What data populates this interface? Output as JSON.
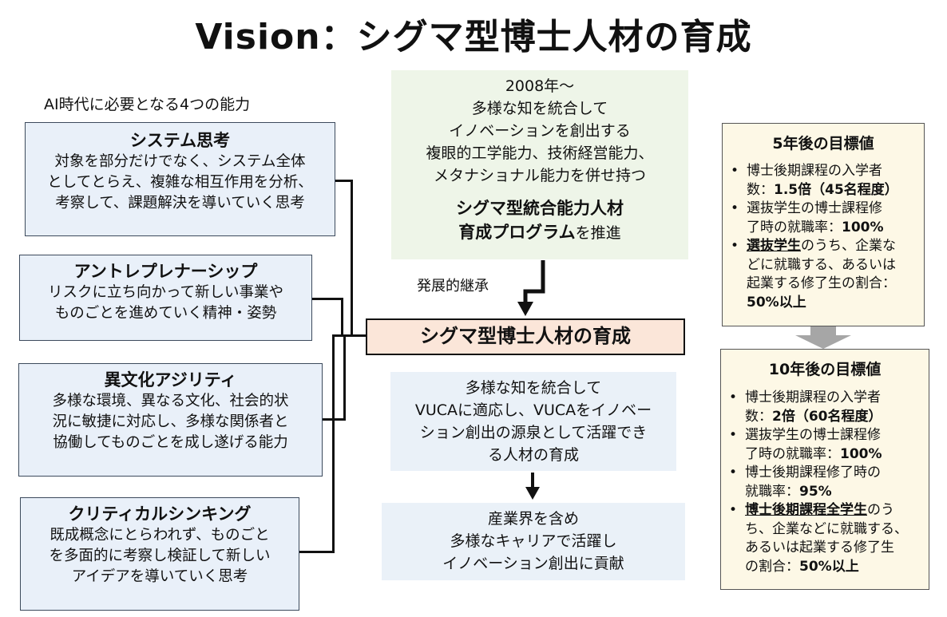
{
  "title": "Vision：シグマ型博士人材の育成",
  "abilities_heading": "AI時代に必要となる4つの能力",
  "abilities": [
    {
      "name": "システム思考",
      "lines": [
        "対象を部分だけでなく、システム全体",
        "としてとらえ、複雑な相互作用を分析、",
        "考察して、課題解決を導いていく思考"
      ]
    },
    {
      "name": "アントレプレナーシップ",
      "lines": [
        "リスクに立ち向かって新しい事業や",
        "ものごとを進めていく精神・姿勢"
      ]
    },
    {
      "name": "異文化アジリティ",
      "lines": [
        "多様な環境、異なる文化、社会的状",
        "況に敏捷に対応し、多様な関係者と",
        "協働してものごとを成し遂げる能力"
      ]
    },
    {
      "name": "クリティカルシンキング",
      "lines": [
        "既成概念にとらわれず、ものごと",
        "を多面的に考察し検証して新しい",
        "アイデアを導いていく思考"
      ]
    }
  ],
  "history_box": {
    "lines": [
      "2008年～",
      "多様な知を統合して",
      "イノベーションを創出する",
      "複眼的工学能力、技術経営能力、",
      "メタナショナル能力を併せ持つ"
    ],
    "program_line1": "シグマ型統合能力人材",
    "program_line2_bold": "育成プログラム",
    "program_line2_rest": "を推進"
  },
  "succession_label": "発展的継承",
  "center_label": "シグマ型博士人材の育成",
  "purpose_box": {
    "lines": [
      "多様な知を統合して",
      "VUCAに適応し、VUCAをイノベー",
      "ション創出の源泉として活躍でき",
      "る人材の育成"
    ]
  },
  "result_box": {
    "lines": [
      "産業界を含め",
      "多様なキャリアで活躍し",
      "イノベーション創出に貢献"
    ]
  },
  "target5": {
    "title": "5年後の目標値",
    "bullet": "•",
    "items": [
      {
        "lines": [
          "博士後期課程の入学者"
        ],
        "line2_label": "数：",
        "line2_value": "1.5倍（45名程度）"
      },
      {
        "lines": [
          "選抜学生の博士課程修"
        ],
        "line2_label": "了時の就職率：",
        "line2_value": "100%"
      },
      {
        "u_text": "選抜学生",
        "rest1": "のうち、企業な",
        "lines2": [
          "どに就職する、あるいは",
          "起業する修了生の割合："
        ],
        "value": "50%以上"
      }
    ]
  },
  "target10": {
    "title": "10年後の目標値",
    "bullet": "•",
    "items": [
      {
        "lines": [
          "博士後期課程の入学者"
        ],
        "line2_label": "数：",
        "line2_value": "2倍（60名程度）"
      },
      {
        "lines": [
          "選抜学生の博士課程修"
        ],
        "line2_label": "了時の就職率：",
        "line2_value": "100%"
      },
      {
        "lines": [
          "博士後期課程修了時の"
        ],
        "line2_label": "就職率：",
        "line2_value": "95%"
      },
      {
        "u_text": "博士後期課程全学生",
        "rest1": "のう",
        "lines2": [
          "ち、企業などに就職する、",
          "あるいは起業する修了生"
        ],
        "last_label": "の割合：",
        "value": "50%以上"
      }
    ]
  },
  "colors": {
    "ability_bg": "#e9f0f9",
    "history_bg": "#eef5e8",
    "center_bg": "#fbe6d9",
    "purpose_bg": "#eaf1f8",
    "target_bg": "#fdf8e6",
    "arrow_gray": "#a6a6a6"
  }
}
